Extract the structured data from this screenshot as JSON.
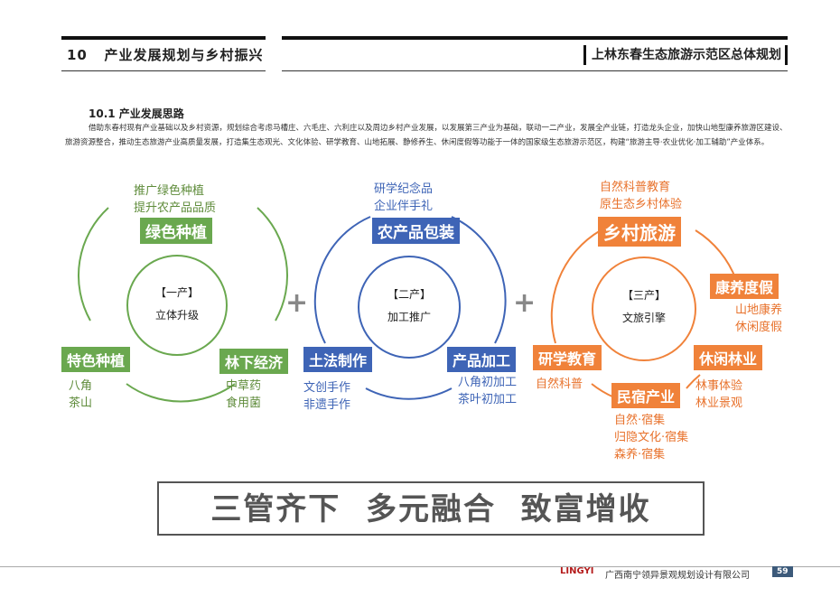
{
  "header": {
    "section_number": "10",
    "section_title": "产业发展规划与乡村振兴",
    "doc_title": "上林东春生态旅游示范区总体规划"
  },
  "subsection": {
    "title": "10.1 产业发展思路",
    "paragraph": "借助东春村现有产业基础以及乡村资源，规划综合考虑马槽庄、六毛庄、六利庄以及周边乡村产业发展，以发展第三产业为基础，联动一二产业，发展全产业链，打造龙头企业，加快山地型康养旅游区建设、旅游资源整合，推动生态旅游产业高质量发展，打造集生态观光、文化体验、研学教育、山地拓展、静修养生、休闲度假等功能于一体的国家级生态旅游示范区，构建“旅游主导·农业优化·加工辅助”产业体系。"
  },
  "diagram": {
    "primary": {
      "center_label": "【一产】",
      "center_text": "立体升级",
      "top_tag": "绿色种植",
      "top_notes": [
        "推广绿色种植",
        "提升农产品品质"
      ],
      "left_tag": "特色种植",
      "left_notes": [
        "八角",
        "茶山"
      ],
      "right_tag": "林下经济",
      "right_notes": [
        "中草药",
        "食用菌"
      ]
    },
    "secondary": {
      "center_label": "【二产】",
      "center_text": "加工推广",
      "top_tag": "农产品包装",
      "top_notes": [
        "研学纪念品",
        "企业伴手礼"
      ],
      "left_tag": "土法制作",
      "left_notes": [
        "文创手作",
        "非遗手作"
      ],
      "right_tag": "产品加工",
      "right_notes": [
        "八角初加工",
        "茶叶初加工"
      ]
    },
    "tertiary": {
      "center_label": "【三产】",
      "center_text": "文旅引擎",
      "top_tag": "乡村旅游",
      "top_notes": [
        "自然科普教育",
        "原生态乡村体验"
      ],
      "right_top_tag": "康养度假",
      "right_top_notes": [
        "山地康养",
        "休闲度假"
      ],
      "left_tag": "研学教育",
      "left_notes": [
        "自然科普"
      ],
      "bottom_tag": "民宿产业",
      "bottom_notes": [
        "自然·宿集",
        "归隐文化·宿集",
        "森养·宿集"
      ],
      "right_tag": "休闲林业",
      "right_notes": [
        "林事体验",
        "林业景观"
      ]
    },
    "plus_symbol": "+"
  },
  "slogan": "三管齐下  多元融合  致富增收",
  "footer": {
    "logo": "LINGYI",
    "company": "广西南宁领异景观规划设计有限公司",
    "page": "59"
  },
  "colors": {
    "green": "#6aa84f",
    "blue": "#3e64b6",
    "orange": "#f0823a"
  }
}
